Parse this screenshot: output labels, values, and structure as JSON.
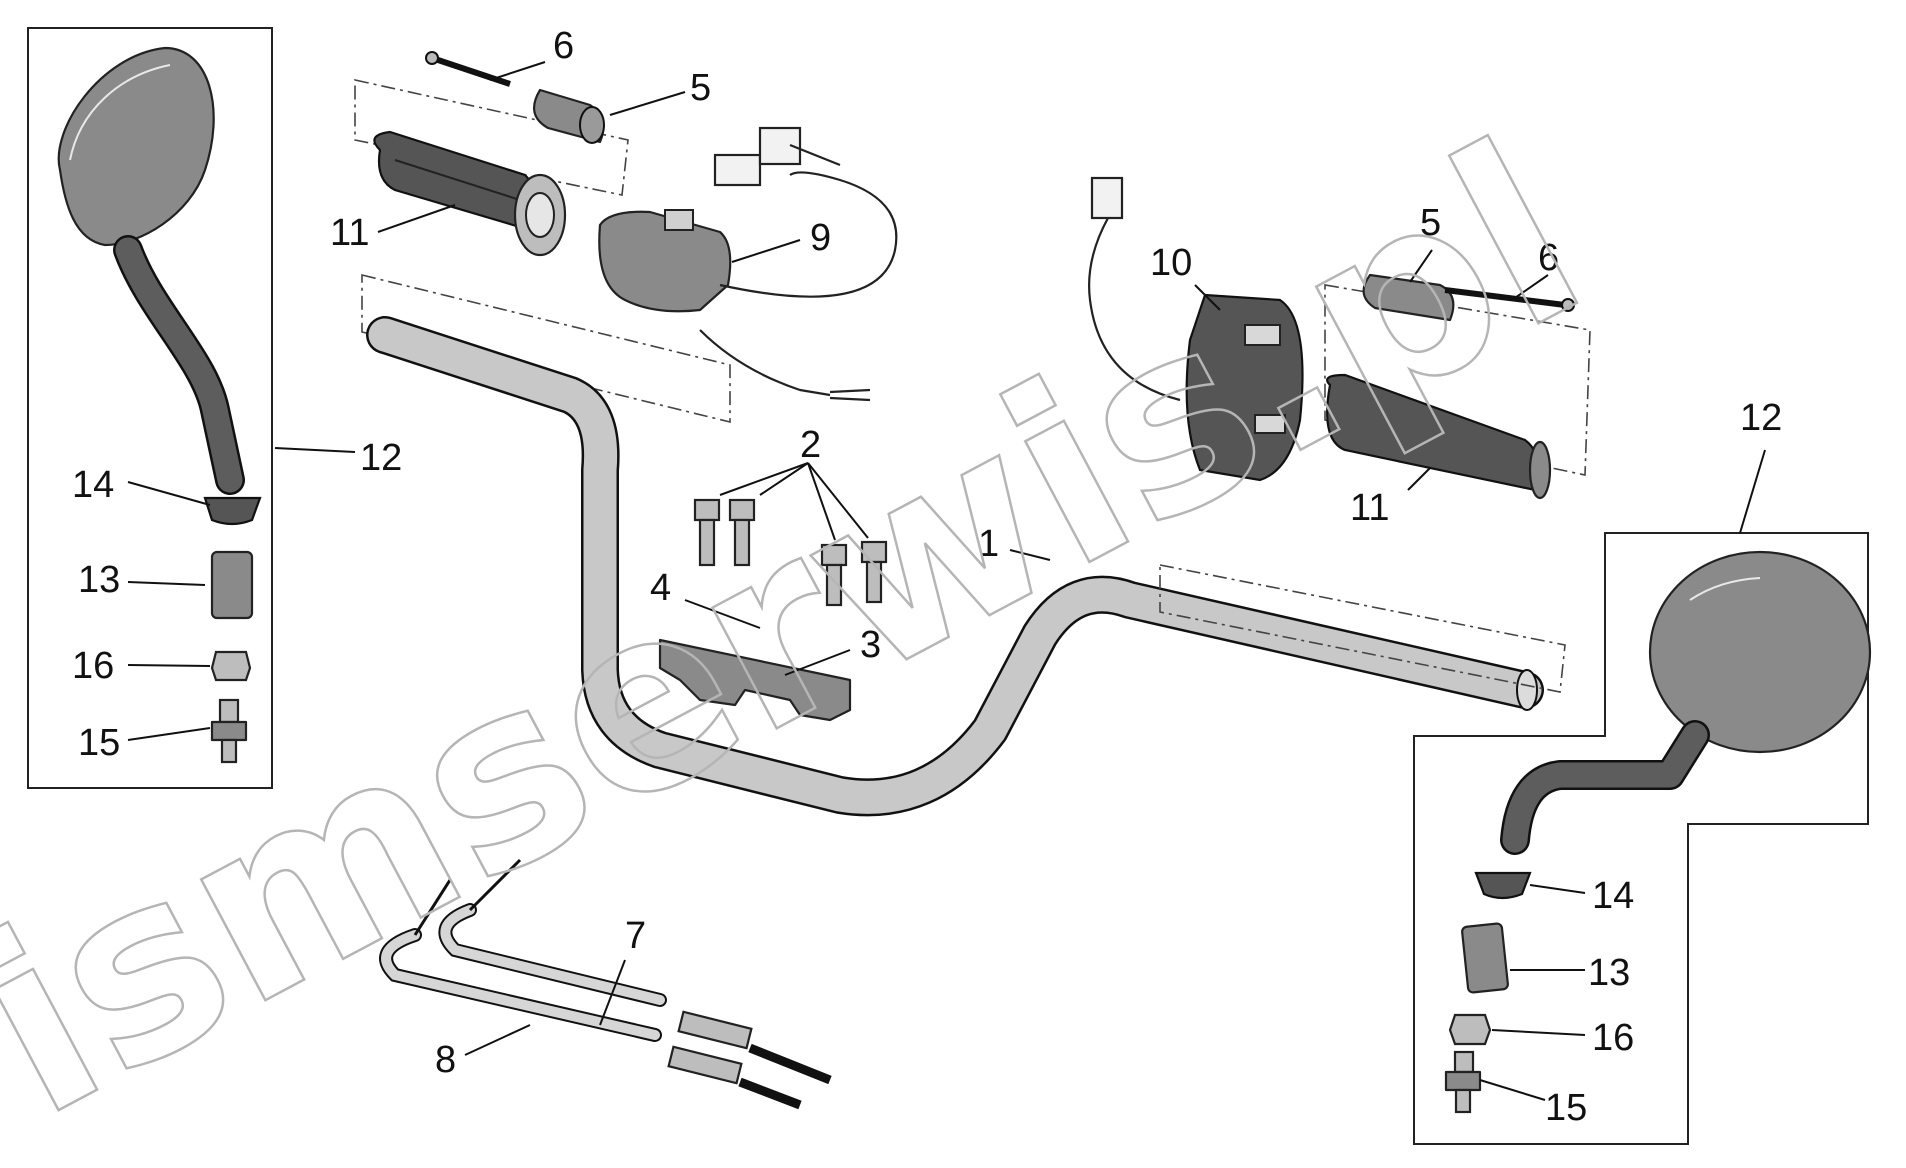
{
  "watermark": "ismserwis.pl",
  "callouts": {
    "c1": "1",
    "c2": "2",
    "c3": "3",
    "c4": "4",
    "c5_left": "5",
    "c5_right": "5",
    "c6_left": "6",
    "c6_right": "6",
    "c7": "7",
    "c8": "8",
    "c9": "9",
    "c10": "10",
    "c11_left": "11",
    "c11_right": "11",
    "c12_left": "12",
    "c12_right": "12",
    "c13_left": "13",
    "c13_right": "13",
    "c14_left": "14",
    "c14_right": "14",
    "c15_left": "15",
    "c15_right": "15",
    "c16_left": "16",
    "c16_right": "16"
  }
}
